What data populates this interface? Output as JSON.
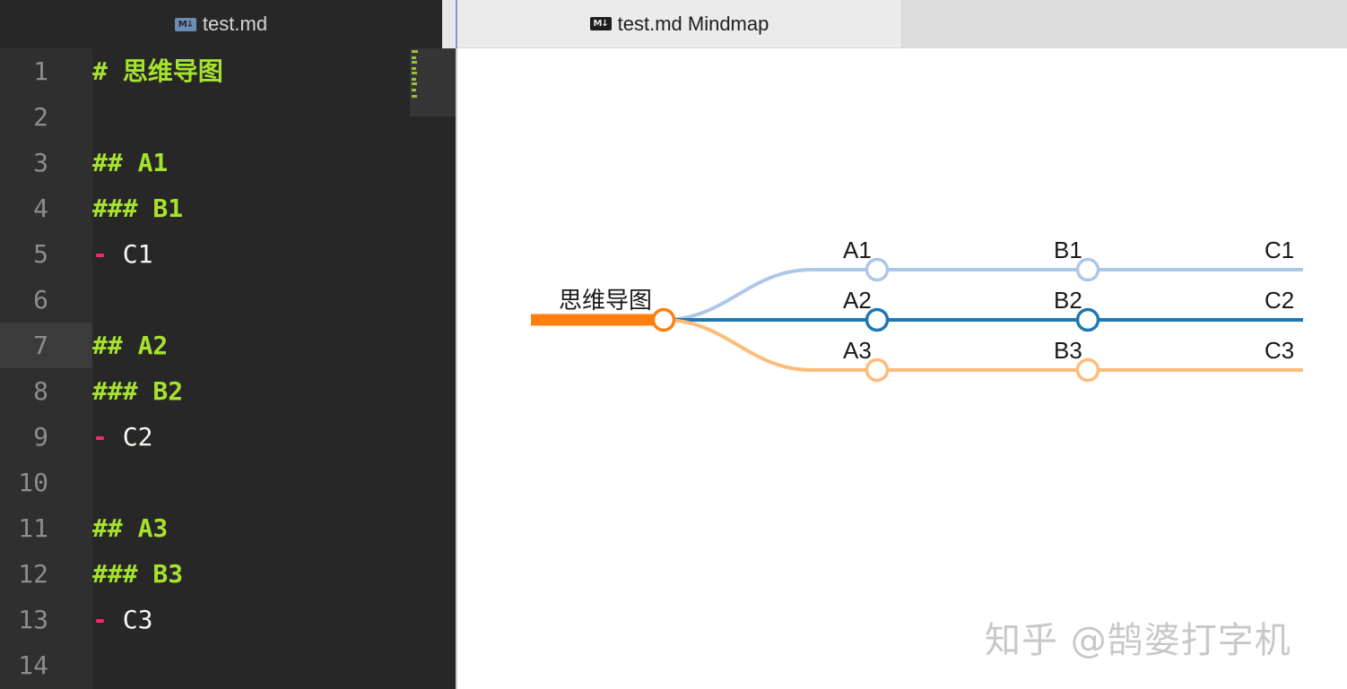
{
  "tabs": [
    {
      "icon": "markdown-icon",
      "icon_text": "M↓",
      "label": "test.md"
    },
    {
      "icon": "markdown-icon",
      "icon_text": "M↓",
      "label": "test.md Mindmap"
    }
  ],
  "editor": {
    "active_line": 7,
    "lines": [
      {
        "n": "1",
        "marker": "#",
        "text": " 思维导图"
      },
      {
        "n": "2",
        "marker": "",
        "text": ""
      },
      {
        "n": "3",
        "marker": "##",
        "text": " A1"
      },
      {
        "n": "4",
        "marker": "###",
        "text": " B1"
      },
      {
        "n": "5",
        "marker": "-",
        "text": " C1"
      },
      {
        "n": "6",
        "marker": "",
        "text": ""
      },
      {
        "n": "7",
        "marker": "##",
        "text": " A2"
      },
      {
        "n": "8",
        "marker": "###",
        "text": " B2"
      },
      {
        "n": "9",
        "marker": "-",
        "text": " C2"
      },
      {
        "n": "10",
        "marker": "",
        "text": ""
      },
      {
        "n": "11",
        "marker": "##",
        "text": " A3"
      },
      {
        "n": "12",
        "marker": "###",
        "text": " B3"
      },
      {
        "n": "13",
        "marker": "-",
        "text": " C3"
      },
      {
        "n": "14",
        "marker": "",
        "text": ""
      }
    ]
  },
  "mindmap": {
    "root": {
      "label": "思维导图",
      "color": "#ff7f0e"
    },
    "branches": [
      {
        "color": "#aec7e8",
        "nodes": [
          "A1",
          "B1",
          "C1"
        ]
      },
      {
        "color": "#1f77b4",
        "nodes": [
          "A2",
          "B2",
          "C2"
        ]
      },
      {
        "color": "#ffbb78",
        "nodes": [
          "A3",
          "B3",
          "C3"
        ]
      }
    ]
  },
  "watermark": "知乎 @鹄婆打字机"
}
